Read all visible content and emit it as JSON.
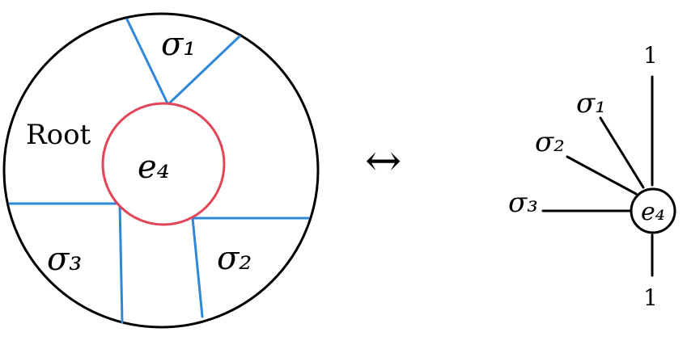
{
  "left": {
    "root_label": "Root",
    "center_label": "e₄",
    "sigma1_label": "σ₁",
    "sigma2_label": "σ₂",
    "sigma3_label": "σ₃"
  },
  "arrow": {
    "symbol": "↔"
  },
  "right": {
    "top_label": "1",
    "bottom_label": "1",
    "sigma1_label": "σ₁",
    "sigma2_label": "σ₂",
    "sigma3_label": "σ₃",
    "node_label": "e₄"
  },
  "colors": {
    "outline": "#000000",
    "blue": "#2f87d9",
    "red": "#e24458"
  }
}
